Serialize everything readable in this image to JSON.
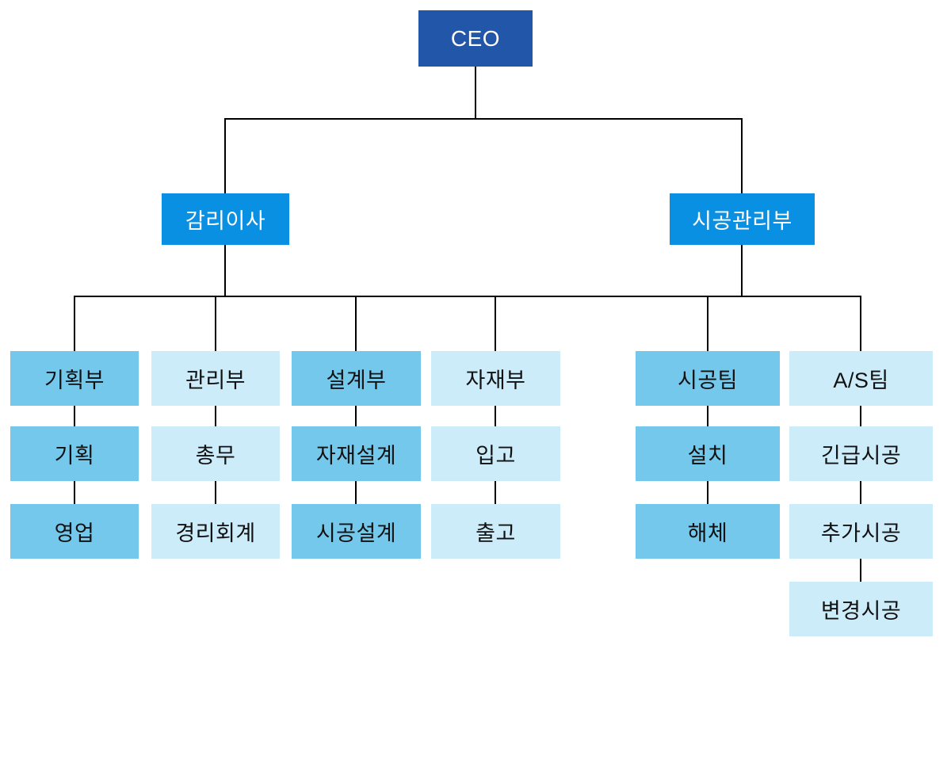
{
  "diagram": {
    "kind": "organization-chart",
    "language": "ko"
  },
  "org": {
    "root": {
      "id": "ceo",
      "label": "CEO",
      "children": [
        {
          "id": "audit-director",
          "label": "감리이사",
          "children": [
            {
              "id": "planning-dept",
              "label": "기획부",
              "children": [
                {
                  "id": "planning",
                  "label": "기획"
                },
                {
                  "id": "sales",
                  "label": "영업"
                }
              ]
            },
            {
              "id": "admin-dept",
              "label": "관리부",
              "children": [
                {
                  "id": "general-affairs",
                  "label": "총무"
                },
                {
                  "id": "accounting",
                  "label": "경리회계"
                }
              ]
            },
            {
              "id": "design-dept",
              "label": "설계부",
              "children": [
                {
                  "id": "material-design",
                  "label": "자재설계"
                },
                {
                  "id": "construction-design",
                  "label": "시공설계"
                }
              ]
            },
            {
              "id": "material-dept",
              "label": "자재부",
              "children": [
                {
                  "id": "inbound",
                  "label": "입고"
                },
                {
                  "id": "outbound",
                  "label": "출고"
                }
              ]
            }
          ]
        },
        {
          "id": "construction-mgmt-dept",
          "label": "시공관리부",
          "children": [
            {
              "id": "construction-team",
              "label": "시공팀",
              "children": [
                {
                  "id": "install",
                  "label": "설치"
                },
                {
                  "id": "dismantle",
                  "label": "해체"
                }
              ]
            },
            {
              "id": "as-team",
              "label": "A/S팀",
              "children": [
                {
                  "id": "urgent-construction",
                  "label": "긴급시공"
                },
                {
                  "id": "additional-construction",
                  "label": "추가시공"
                },
                {
                  "id": "change-construction",
                  "label": "변경시공"
                }
              ]
            }
          ]
        }
      ]
    }
  },
  "palette": {
    "ceo_box": "#2156a8",
    "level2_box": "#0a90e2",
    "medium_box": "#74c8ec",
    "light_box": "#cdecfa",
    "connector": "#000000",
    "text_on_blue": "#ffffff",
    "text_on_light": "#111111",
    "background": "#ffffff"
  }
}
